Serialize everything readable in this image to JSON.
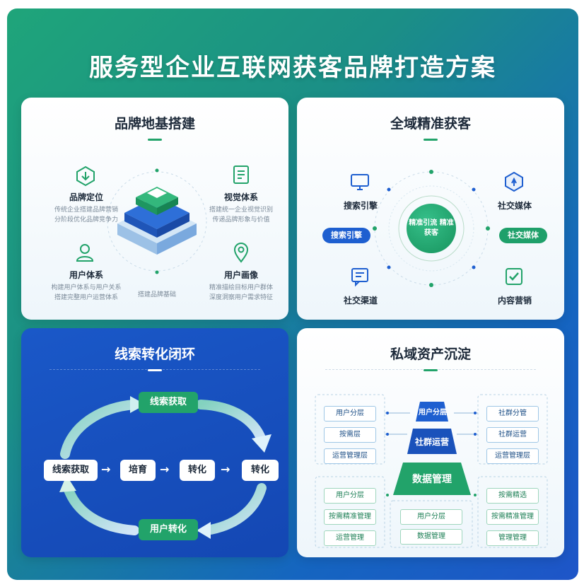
{
  "title": "服务型企业互联网获客品牌打造方案",
  "panels": {
    "brand": {
      "title": "品牌地基搭建",
      "items": [
        {
          "label": "品牌定位",
          "desc1": "传统企业搭建品牌营销",
          "desc2": "分阶段优化品牌竞争力"
        },
        {
          "label": "视觉体系",
          "desc1": "搭建统一企业视觉识别",
          "desc2": "传递品牌形象与价值"
        },
        {
          "label": "用户体系",
          "desc1": "构建用户体系与用户关系",
          "desc2": "搭建完整用户运营体系"
        },
        {
          "label": "用户画像",
          "desc1": "精准描绘目标用户群体",
          "desc2": "深度洞察用户需求特征"
        }
      ],
      "center_caption": "搭建品牌基础"
    },
    "acquire": {
      "title": "全域精准获客",
      "hub": "精准引流 精准获客",
      "nodes": [
        "搜索引擎",
        "社交媒体",
        "社交渠道",
        "内容营销"
      ],
      "pill_left": "搜索引擎",
      "pill_right": "社交媒体"
    },
    "loop": {
      "title": "线索转化闭环",
      "row": [
        "线索获取",
        "培育",
        "转化",
        "转化"
      ],
      "top": "线索获取",
      "bottom": "用户转化"
    },
    "private": {
      "title": "私域资产沉淀",
      "pyramid": [
        "用户分层",
        "社群运营",
        "数据管理"
      ],
      "left_top": [
        "用户分层",
        "按需层",
        "运营管理层"
      ],
      "right_top": [
        "社群分管",
        "社群运营",
        "运营管理层"
      ],
      "left_bottom": [
        "用户分层",
        "按需精准管理",
        "运营管理"
      ],
      "right_bottom": [
        "按需精选",
        "按需精准管理",
        "管理管理"
      ],
      "center_bottom": [
        "用户分层",
        "数据管理"
      ]
    }
  },
  "colors": {
    "green": "#22a36a",
    "blue": "#1e5fd0",
    "dark_panel": "#1447b3"
  }
}
